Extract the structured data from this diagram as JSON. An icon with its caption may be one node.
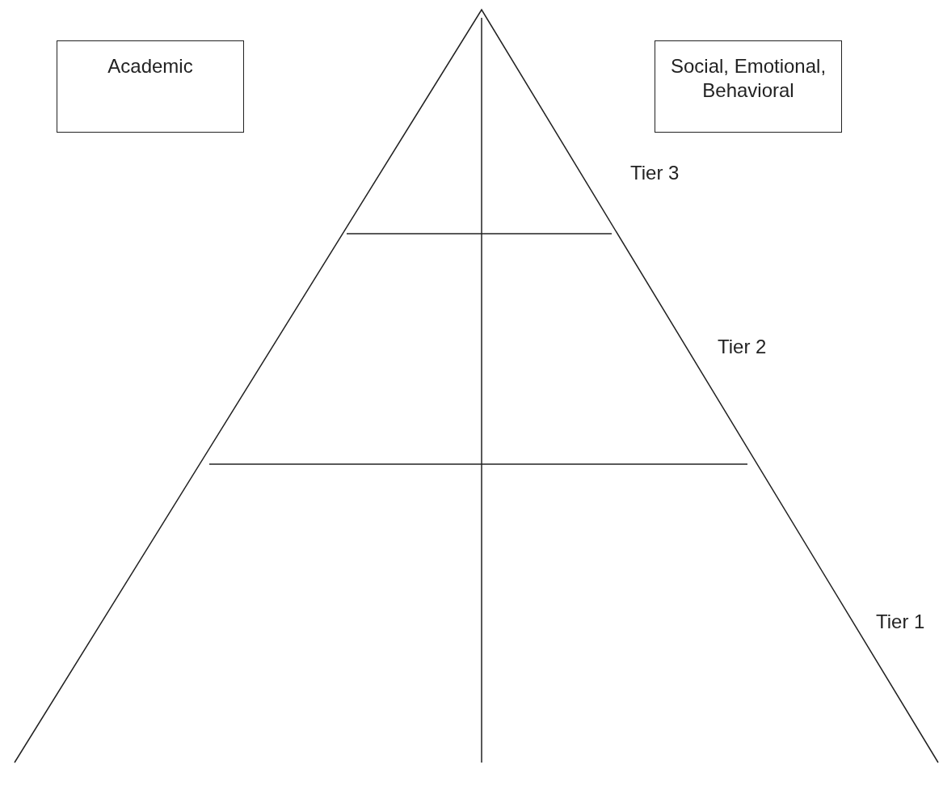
{
  "diagram": {
    "nodes": [
      {
        "text": [
          "Academic"
        ]
      },
      {
        "text": [
          "Social, Emotional, Behavioral"
        ]
      }
    ],
    "labels": [
      "Tier 3",
      "Tier 2",
      "Tier 1"
    ]
  }
}
